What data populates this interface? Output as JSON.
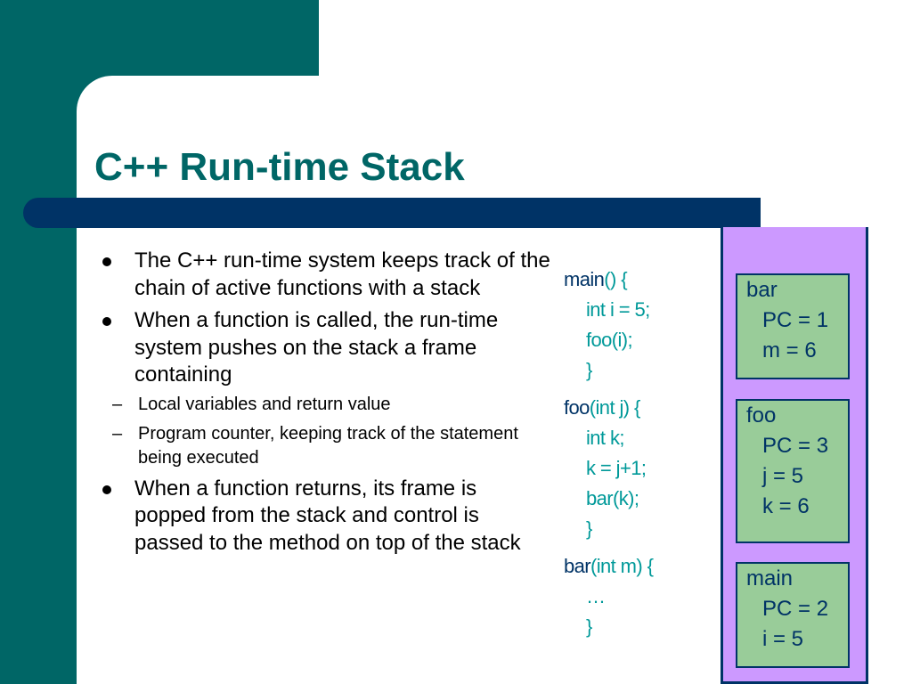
{
  "slide": {
    "title": "C++ Run-time Stack",
    "bullets": [
      {
        "text": "The C++ run-time system keeps track of the chain of active functions with a stack"
      },
      {
        "text": "When a function is called, the run-time system pushes on the stack a frame containing",
        "subitems": [
          "Local variables and return value",
          "Program counter, keeping track of the statement being executed"
        ]
      },
      {
        "text": "When a function returns, its frame is popped from the stack and control is passed to the method on top of the stack"
      }
    ],
    "code": {
      "main": {
        "name": "main",
        "sig": "() {",
        "lines": [
          "int i = 5;",
          "foo(i);",
          "}"
        ]
      },
      "foo": {
        "name": "foo",
        "sig": "(int j) {",
        "lines": [
          "int k;",
          "k = j+1;",
          "bar(k);",
          "}"
        ]
      },
      "bar": {
        "name": "bar",
        "sig": "(int m) {",
        "lines": [
          "…",
          "}"
        ]
      }
    },
    "stack": [
      {
        "name": "bar",
        "vars": [
          "PC = 1",
          "m = 6"
        ]
      },
      {
        "name": "foo",
        "vars": [
          "PC = 3",
          "j = 5",
          "k = 6"
        ]
      },
      {
        "name": "main",
        "vars": [
          "PC = 2",
          "i = 5"
        ]
      }
    ],
    "colors": {
      "teal": "#006666",
      "navy": "#003366",
      "code_text": "#009999",
      "stack_bg": "#cc99ff",
      "frame_bg": "#99cc99"
    }
  }
}
